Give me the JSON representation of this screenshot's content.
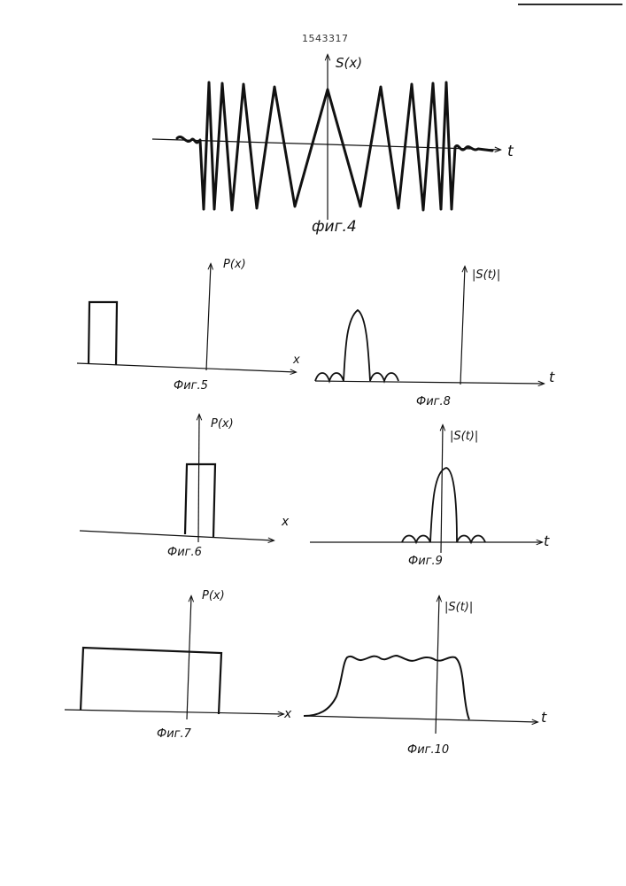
{
  "patent_number": "1543317",
  "figures": [
    {
      "id": "fig4",
      "caption": "фиг.4",
      "y_axis_label": "S(x)",
      "x_axis_label": "t"
    },
    {
      "id": "fig5",
      "caption": "Фиг.5",
      "y_axis_label": "P(x)",
      "x_axis_label": "x"
    },
    {
      "id": "fig6",
      "caption": "Фиг.6",
      "y_axis_label": "P(x)",
      "x_axis_label": "x"
    },
    {
      "id": "fig7",
      "caption": "Фиг.7",
      "y_axis_label": "P(x)",
      "x_axis_label": "x"
    },
    {
      "id": "fig8",
      "caption": "Фиг.8",
      "y_axis_label": "|S(t)|",
      "x_axis_label": "t"
    },
    {
      "id": "fig9",
      "caption": "Фиг.9",
      "y_axis_label": "|S(t)|",
      "x_axis_label": "t"
    },
    {
      "id": "fig10",
      "caption": "Фиг.10",
      "y_axis_label": "|S(t)|",
      "x_axis_label": "t"
    }
  ]
}
